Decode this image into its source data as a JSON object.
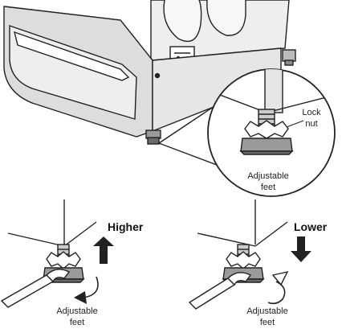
{
  "labels": {
    "lock_nut_line1": "Lock",
    "lock_nut_line2": "nut",
    "zoom_feet_line1": "Adjustable",
    "zoom_feet_line2": "feet",
    "left_feet_line1": "Adjustable",
    "left_feet_line2": "feet",
    "right_feet_line1": "Adjustable",
    "right_feet_line2": "feet",
    "higher": "Higher",
    "lower": "Lower"
  },
  "colors": {
    "stroke": "#222222",
    "appliance_fill": "#eeeeee",
    "pedestal_fill": "#dddddd",
    "foot_fill": "#9a9a9a",
    "foot_dark": "#6a6a6a"
  }
}
